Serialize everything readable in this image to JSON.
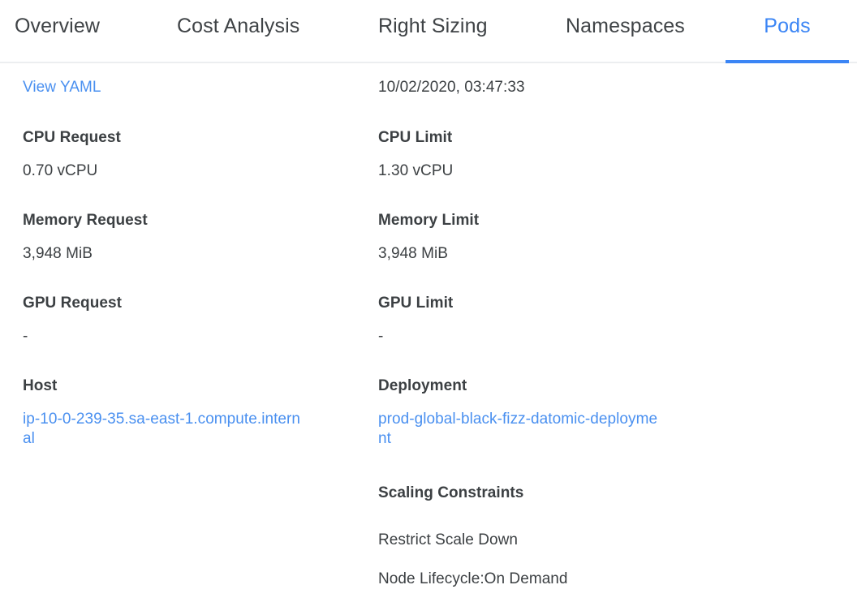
{
  "tabs": [
    {
      "id": "overview",
      "label": "Overview",
      "active": false
    },
    {
      "id": "cost-analysis",
      "label": "Cost Analysis",
      "active": false
    },
    {
      "id": "right-sizing",
      "label": "Right Sizing",
      "active": false
    },
    {
      "id": "namespaces",
      "label": "Namespaces",
      "active": false
    },
    {
      "id": "pods",
      "label": "Pods",
      "active": true
    }
  ],
  "colors": {
    "accent": "#3b85f5",
    "link": "#4a90f0",
    "text": "#3c4043",
    "border": "#eceef0"
  },
  "detail": {
    "view_yaml_label": "View YAML",
    "timestamp": "10/02/2020, 03:47:33",
    "left": {
      "cpu_request_label": "CPU Request",
      "cpu_request_value": "0.70 vCPU",
      "memory_request_label": "Memory Request",
      "memory_request_value": "3,948 MiB",
      "gpu_request_label": "GPU Request",
      "gpu_request_value": "-",
      "host_label": "Host",
      "host_value": "ip-10-0-239-35.sa-east-1.compute.internal"
    },
    "right": {
      "cpu_limit_label": "CPU Limit",
      "cpu_limit_value": "1.30 vCPU",
      "memory_limit_label": "Memory Limit",
      "memory_limit_value": "3,948 MiB",
      "gpu_limit_label": "GPU Limit",
      "gpu_limit_value": "-",
      "deployment_label": "Deployment",
      "deployment_value": "prod-global-black-fizz-datomic-deployment",
      "scaling_constraints_label": "Scaling Constraints",
      "scaling_constraints_rows": [
        "Restrict Scale Down",
        "Node Lifecycle:On Demand"
      ]
    }
  }
}
